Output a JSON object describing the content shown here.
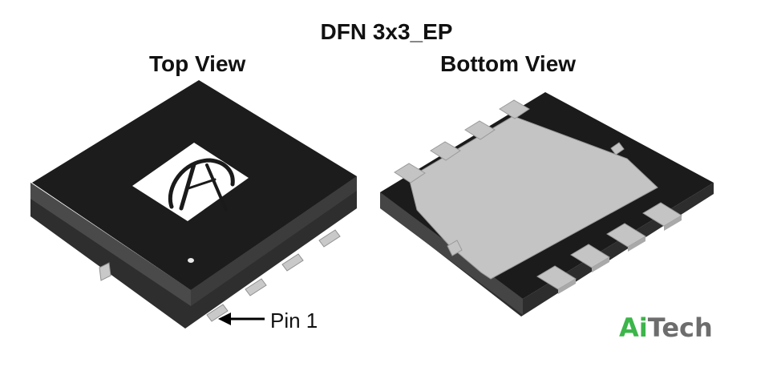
{
  "title": "DFN 3x3_EP",
  "top_view": {
    "label": "Top View",
    "pin1_label": "Pin 1"
  },
  "bottom_view": {
    "label": "Bottom View"
  },
  "brand": {
    "part1": "Ai",
    "part2": "Tech"
  },
  "colors": {
    "body_dark": "#1b1b1b",
    "body_side": "#3a3a3a",
    "pad_grey": "#c6c6c6",
    "logo_white": "#ffffff",
    "accent": "#3cb54a",
    "secondary": "#6d6d6d"
  }
}
